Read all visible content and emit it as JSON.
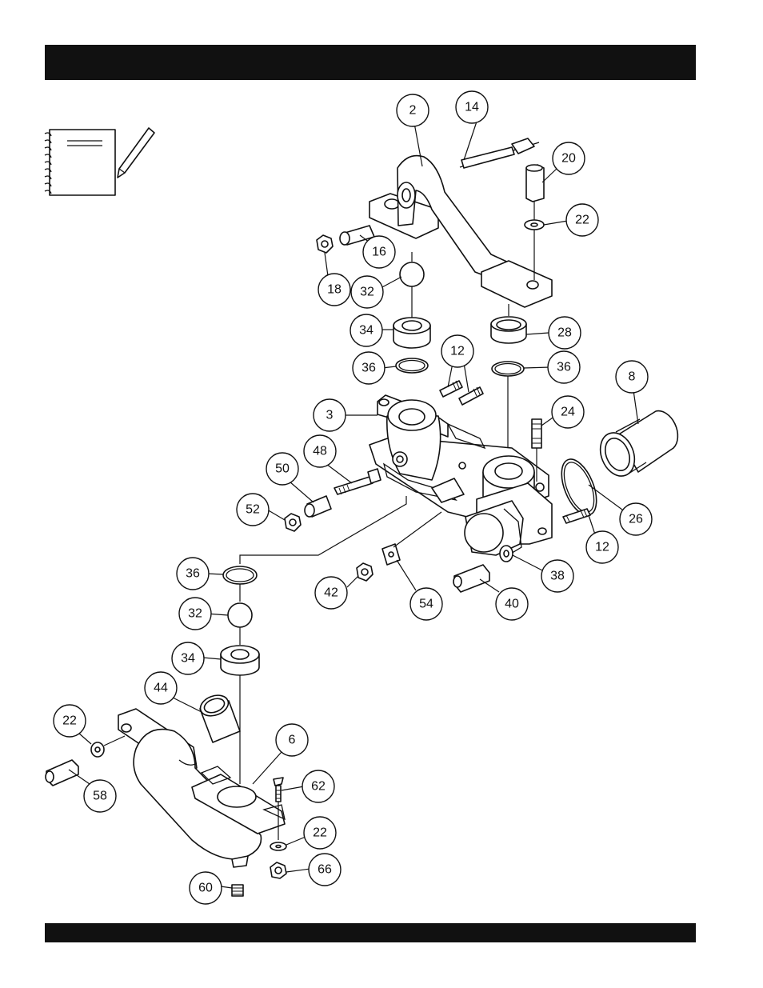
{
  "header_bar": {
    "text": ""
  },
  "footer_bar": {
    "text": ""
  },
  "notebook_icon": "notebook-pencil-icon",
  "colors": {
    "ink": "#111111",
    "paper": "#ffffff"
  },
  "callouts": [
    {
      "id": "c1",
      "label": "2"
    },
    {
      "id": "c2",
      "label": "14"
    },
    {
      "id": "c3",
      "label": "20"
    },
    {
      "id": "c4",
      "label": "22"
    },
    {
      "id": "c5",
      "label": "16"
    },
    {
      "id": "c6",
      "label": "18"
    },
    {
      "id": "c7",
      "label": "32"
    },
    {
      "id": "c8",
      "label": "34"
    },
    {
      "id": "c9",
      "label": "28"
    },
    {
      "id": "c10",
      "label": "36"
    },
    {
      "id": "c11",
      "label": "12"
    },
    {
      "id": "c12",
      "label": "36"
    },
    {
      "id": "c13",
      "label": "8"
    },
    {
      "id": "c14",
      "label": "3"
    },
    {
      "id": "c15",
      "label": "24"
    },
    {
      "id": "c16",
      "label": "48"
    },
    {
      "id": "c17",
      "label": "50"
    },
    {
      "id": "c18",
      "label": "26"
    },
    {
      "id": "c19",
      "label": "52"
    },
    {
      "id": "c20",
      "label": "12"
    },
    {
      "id": "c21",
      "label": "36"
    },
    {
      "id": "c22",
      "label": "38"
    },
    {
      "id": "c23",
      "label": "42"
    },
    {
      "id": "c24",
      "label": "54"
    },
    {
      "id": "c25",
      "label": "40"
    },
    {
      "id": "c26",
      "label": "32"
    },
    {
      "id": "c27",
      "label": "34"
    },
    {
      "id": "c28",
      "label": "44"
    },
    {
      "id": "c29",
      "label": "22"
    },
    {
      "id": "c30",
      "label": "6"
    },
    {
      "id": "c31",
      "label": "62"
    },
    {
      "id": "c32",
      "label": "58"
    },
    {
      "id": "c33",
      "label": "22"
    },
    {
      "id": "c34",
      "label": "66"
    },
    {
      "id": "c35",
      "label": "60"
    }
  ]
}
